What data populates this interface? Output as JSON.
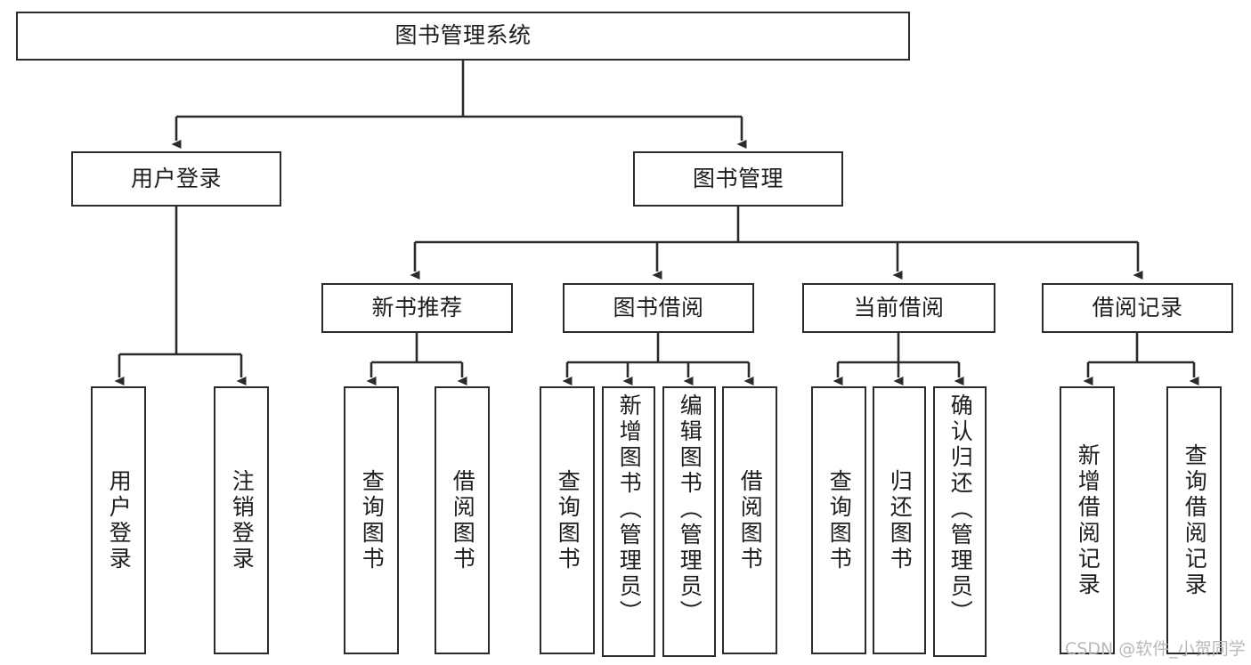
{
  "diagram": {
    "type": "tree",
    "title": "图书管理系统",
    "orientation": "top-down",
    "colors": {
      "box_border": "#2b2b2b",
      "box_fill": "#ffffff",
      "edge": "#2b2b2b",
      "text": "#1d1d1d",
      "background": "#ffffff",
      "watermark": "#b9b9b9"
    }
  },
  "nodes": {
    "root": {
      "label": "图书管理系统"
    },
    "level2": [
      {
        "label": "用户登录"
      },
      {
        "label": "图书管理"
      }
    ],
    "level3": [
      {
        "label": "新书推荐"
      },
      {
        "label": "图书借阅"
      },
      {
        "label": "当前借阅"
      },
      {
        "label": "借阅记录"
      }
    ],
    "leaves": [
      {
        "label": "用户登录"
      },
      {
        "label": "注销登录"
      },
      {
        "label": "查询图书"
      },
      {
        "label": "借阅图书"
      },
      {
        "label": "查询图书"
      },
      {
        "label": "新增图书（管理员）"
      },
      {
        "label": "编辑图书（管理员）"
      },
      {
        "label": "借阅图书"
      },
      {
        "label": "查询图书"
      },
      {
        "label": "归还图书"
      },
      {
        "label": "确认归还（管理员）"
      },
      {
        "label": "新增借阅记录"
      },
      {
        "label": "查询借阅记录"
      }
    ]
  },
  "watermark": {
    "text": "CSDN @软件_小贺同学"
  }
}
